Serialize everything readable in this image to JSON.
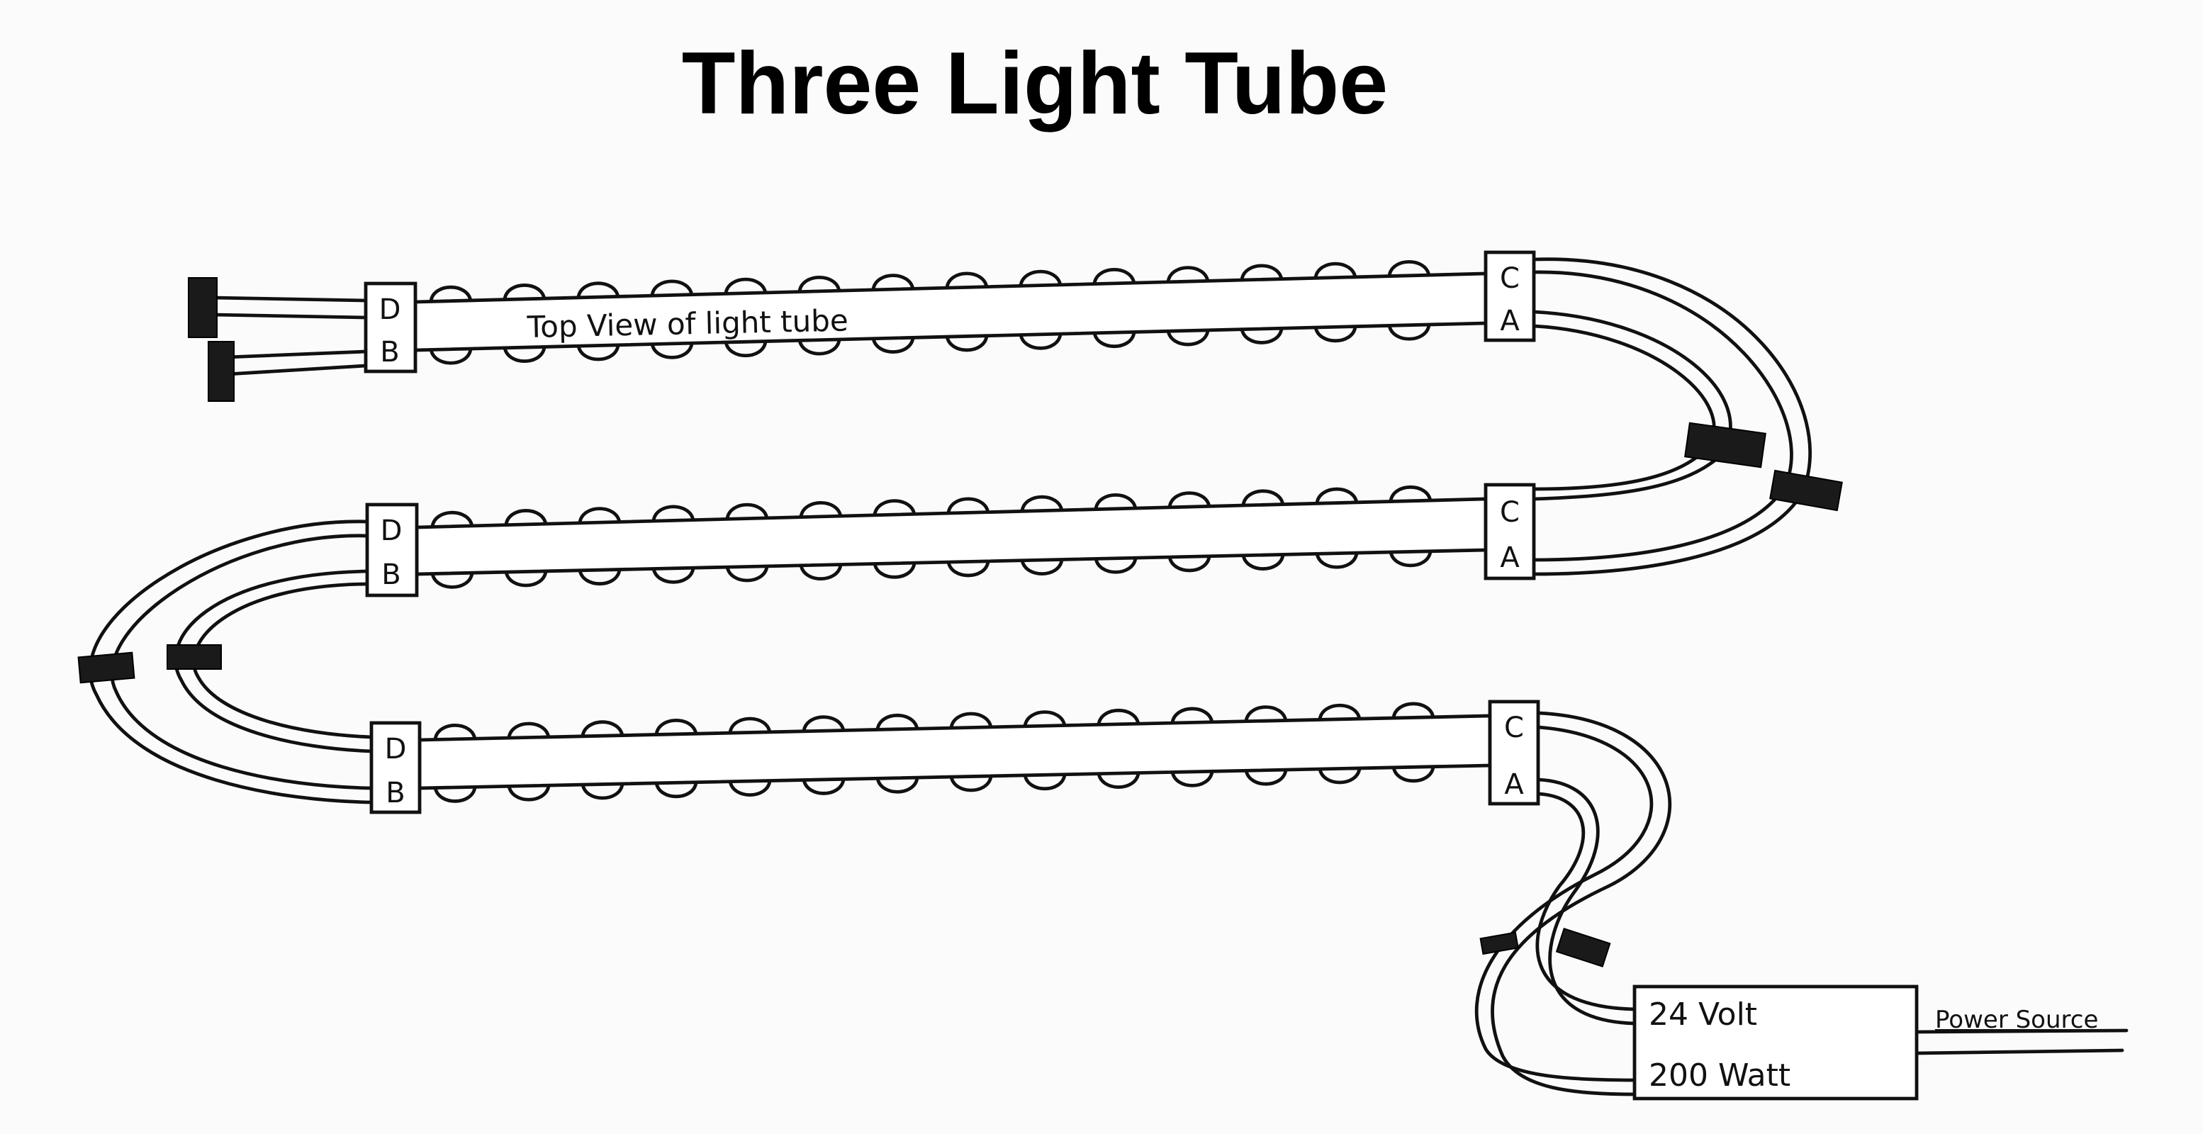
{
  "title": "Three Light Tube",
  "tube_caption": "Top View of light tube",
  "tubes": [
    {
      "left_top": "D",
      "left_bottom": "B",
      "right_top": "C",
      "right_bottom": "A"
    },
    {
      "left_top": "D",
      "left_bottom": "B",
      "right_top": "C",
      "right_bottom": "A"
    },
    {
      "left_top": "D",
      "left_bottom": "B",
      "right_top": "C",
      "right_bottom": "A"
    }
  ],
  "power_supply": {
    "voltage": "24 Volt",
    "wattage": "200 Watt"
  },
  "power_source_label": "Power Source"
}
